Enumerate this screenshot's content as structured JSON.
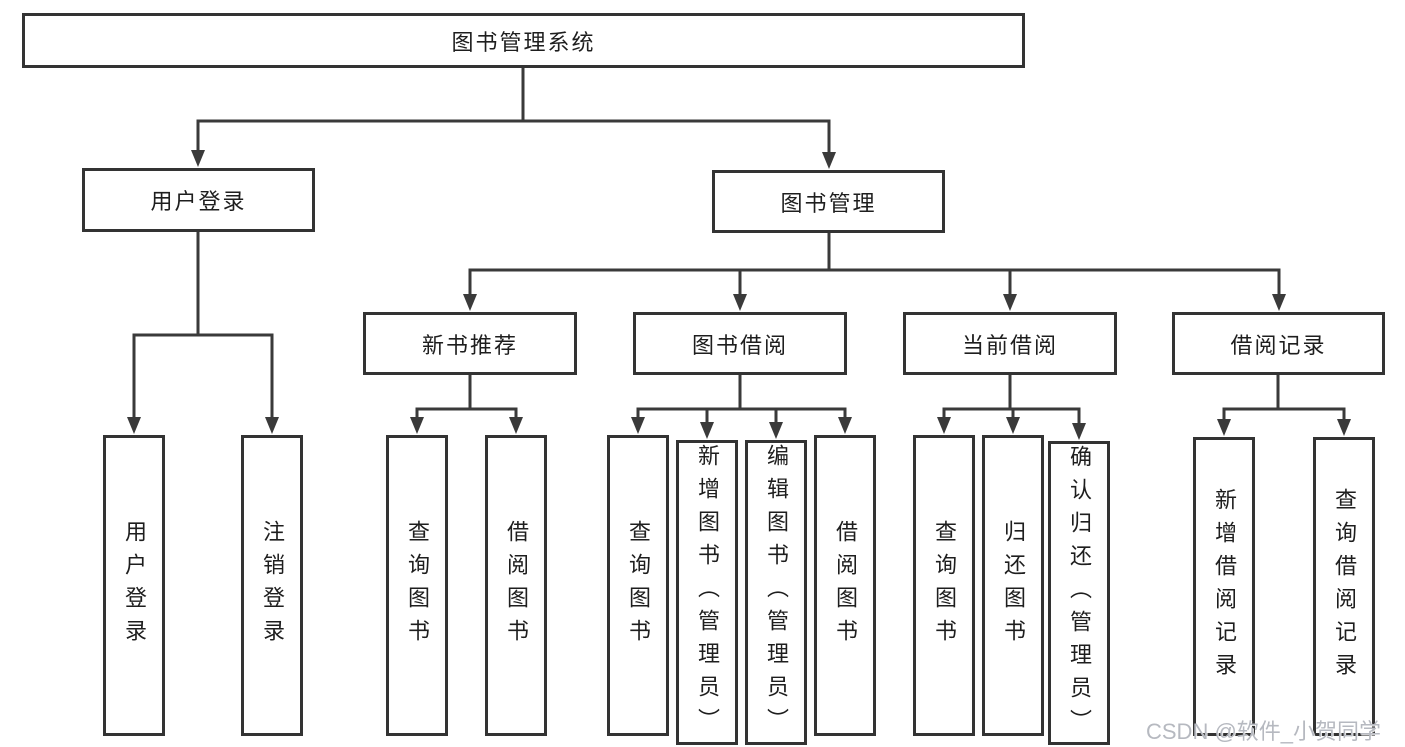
{
  "diagram": {
    "root_label": "图书管理系统",
    "user_login": {
      "label": "用户登录",
      "children": [
        {
          "label": "用户登录"
        },
        {
          "label": "注销登录"
        }
      ]
    },
    "book_management": {
      "label": "图书管理",
      "sections": [
        {
          "label": "新书推荐",
          "children": [
            {
              "label": "查询图书"
            },
            {
              "label": "借阅图书"
            }
          ]
        },
        {
          "label": "图书借阅",
          "children": [
            {
              "label": "查询图书"
            },
            {
              "label": "新增图书（管理员）"
            },
            {
              "label": "编辑图书（管理员）"
            },
            {
              "label": "借阅图书"
            }
          ]
        },
        {
          "label": "当前借阅",
          "children": [
            {
              "label": "查询图书"
            },
            {
              "label": "归还图书"
            },
            {
              "label": "确认归还（管理员）"
            }
          ]
        },
        {
          "label": "借阅记录",
          "children": [
            {
              "label": "新增借阅记录"
            },
            {
              "label": "查询借阅记录"
            }
          ]
        }
      ]
    }
  },
  "watermark": {
    "text": "CSDN @软件_小贺同学"
  },
  "colors": {
    "line": "#3a3a3a",
    "box_border": "#333333",
    "text": "#1e1e1e",
    "watermark_text": "#b6b9c0",
    "background": "#ffffff"
  }
}
